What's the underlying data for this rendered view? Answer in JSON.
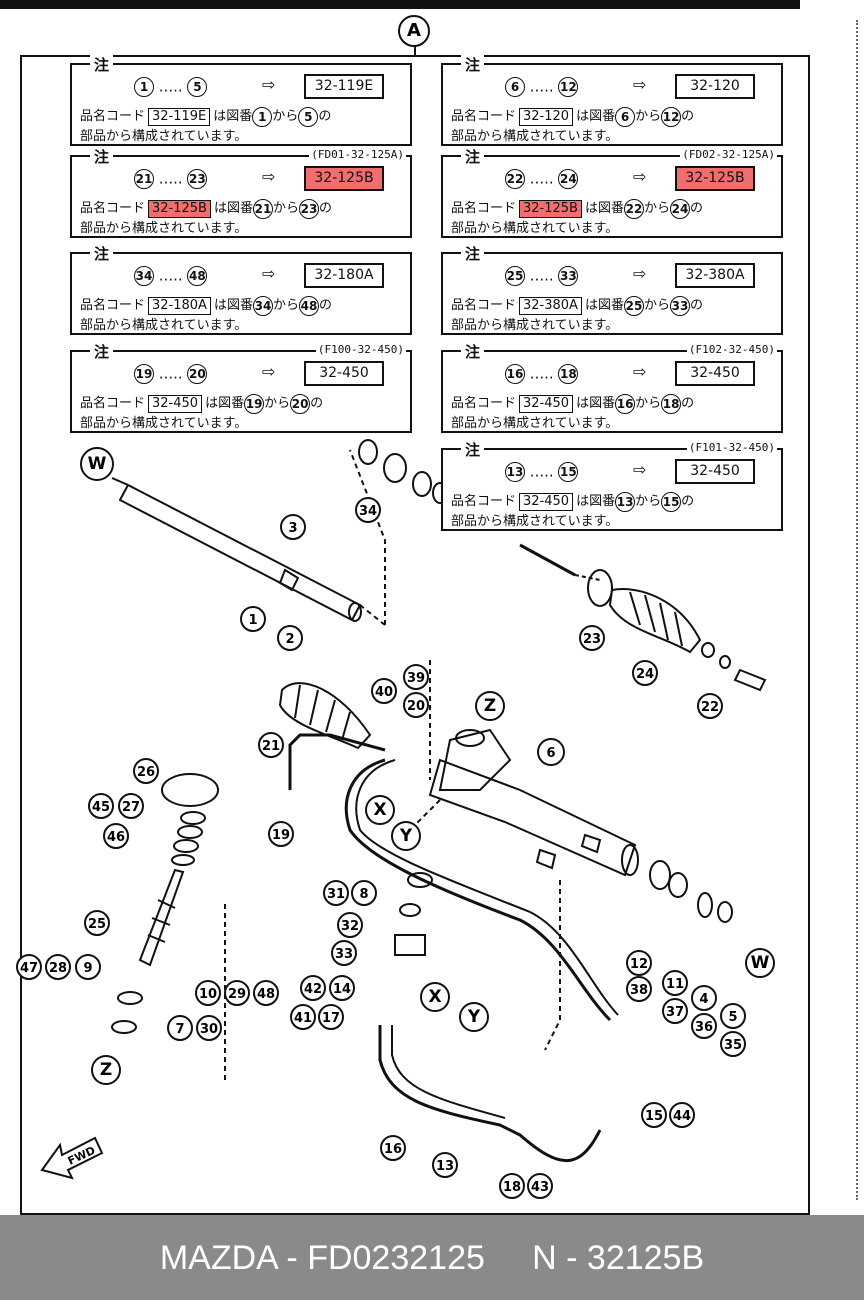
{
  "header": {
    "marker": "A"
  },
  "notes": [
    {
      "tag": "注",
      "range_from": "1",
      "range_to": "5",
      "dots": ".....",
      "arrow": "⇨",
      "part": "32-119E",
      "highlight": false,
      "code": "",
      "l2_prefix": "品名コード",
      "l2_part": "32-119E",
      "l2_mid": "は図番",
      "l2_from": "1",
      "l2_kara": "から",
      "l2_to": "5",
      "l2_no": "の",
      "l3": "部品から構成されています。"
    },
    {
      "tag": "注",
      "range_from": "6",
      "range_to": "12",
      "dots": ".....",
      "arrow": "⇨",
      "part": "32-120",
      "highlight": false,
      "code": "",
      "l2_prefix": "品名コード",
      "l2_part": "32-120",
      "l2_mid": "は図番",
      "l2_from": "6",
      "l2_kara": "から",
      "l2_to": "12",
      "l2_no": "の",
      "l3": "部品から構成されています。"
    },
    {
      "tag": "注",
      "range_from": "21",
      "range_to": "23",
      "dots": ".....",
      "arrow": "⇨",
      "part": "32-125B",
      "highlight": true,
      "code": "(FD01-32-125A)",
      "l2_prefix": "品名コード",
      "l2_part": "32-125B",
      "l2_mid": "は図番",
      "l2_from": "21",
      "l2_kara": "から",
      "l2_to": "23",
      "l2_no": "の",
      "l3": "部品から構成されています。"
    },
    {
      "tag": "注",
      "range_from": "22",
      "range_to": "24",
      "dots": ".....",
      "arrow": "⇨",
      "part": "32-125B",
      "highlight": true,
      "code": "(FD02-32-125A)",
      "l2_prefix": "品名コード",
      "l2_part": "32-125B",
      "l2_mid": "は図番",
      "l2_from": "22",
      "l2_kara": "から",
      "l2_to": "24",
      "l2_no": "の",
      "l3": "部品から構成されています。"
    },
    {
      "tag": "注",
      "range_from": "34",
      "range_to": "48",
      "dots": ".....",
      "arrow": "⇨",
      "part": "32-180A",
      "highlight": false,
      "code": "",
      "l2_prefix": "品名コード",
      "l2_part": "32-180A",
      "l2_mid": "は図番",
      "l2_from": "34",
      "l2_kara": "から",
      "l2_to": "48",
      "l2_no": "の",
      "l3": "部品から構成されています。"
    },
    {
      "tag": "注",
      "range_from": "25",
      "range_to": "33",
      "dots": ".....",
      "arrow": "⇨",
      "part": "32-380A",
      "highlight": false,
      "code": "",
      "l2_prefix": "品名コード",
      "l2_part": "32-380A",
      "l2_mid": "は図番",
      "l2_from": "25",
      "l2_kara": "から",
      "l2_to": "33",
      "l2_no": "の",
      "l3": "部品から構成されています。"
    },
    {
      "tag": "注",
      "range_from": "19",
      "range_to": "20",
      "dots": ".....",
      "arrow": "⇨",
      "part": "32-450",
      "highlight": false,
      "code": "(F100-32-450)",
      "l2_prefix": "品名コード",
      "l2_part": "32-450",
      "l2_mid": "は図番",
      "l2_from": "19",
      "l2_kara": "から",
      "l2_to": "20",
      "l2_no": "の",
      "l3": "部品から構成されています。"
    },
    {
      "tag": "注",
      "range_from": "16",
      "range_to": "18",
      "dots": ".....",
      "arrow": "⇨",
      "part": "32-450",
      "highlight": false,
      "code": "(F102-32-450)",
      "l2_prefix": "品名コード",
      "l2_part": "32-450",
      "l2_mid": "は図番",
      "l2_from": "16",
      "l2_kara": "から",
      "l2_to": "18",
      "l2_no": "の",
      "l3": "部品から構成されています。"
    },
    {
      "tag": "注",
      "range_from": "13",
      "range_to": "15",
      "dots": ".....",
      "arrow": "⇨",
      "part": "32-450",
      "highlight": false,
      "code": "(F101-32-450)",
      "l2_prefix": "品名コード",
      "l2_part": "32-450",
      "l2_mid": "は図番",
      "l2_from": "13",
      "l2_kara": "から",
      "l2_to": "15",
      "l2_no": "の",
      "l3": "部品から構成されています。"
    }
  ],
  "callouts": [
    "W",
    "3",
    "1",
    "2",
    "34",
    "23",
    "24",
    "22",
    "39",
    "40",
    "20",
    "Z",
    "6",
    "21",
    "26",
    "45",
    "27",
    "46",
    "X",
    "Y",
    "19",
    "31",
    "8",
    "32",
    "33",
    "25",
    "47",
    "28",
    "9",
    "10",
    "29",
    "48",
    "7",
    "30",
    "Z",
    "12",
    "38",
    "11",
    "37",
    "4",
    "36",
    "5",
    "35",
    "W",
    "42",
    "14",
    "41",
    "17",
    "X",
    "Y",
    "16",
    "13",
    "18",
    "43",
    "15",
    "44"
  ],
  "fwd_label": "FWD",
  "footer": {
    "brand": "MAZDA",
    "sep1": " - ",
    "code": "FD0232125",
    "gap": "     ",
    "prefix": "N",
    "sep2": " - ",
    "part": "32125B"
  },
  "colors": {
    "highlight": "#f26d6d",
    "footer_bg": "#8a8a8a",
    "ink": "#111111"
  }
}
